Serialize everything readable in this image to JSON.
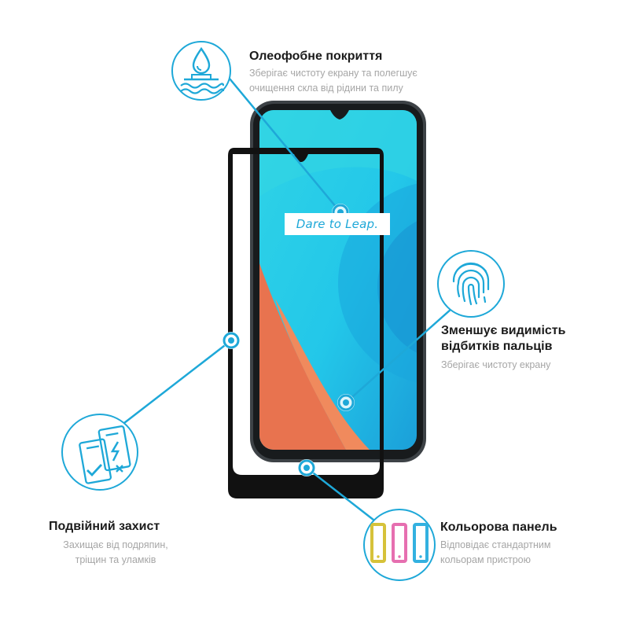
{
  "colors": {
    "accent": "#1ea8d8",
    "frame": "#111111",
    "phone_body": "#3d4246",
    "title_text": "#1b1b1b",
    "desc_text": "#a6a6a6"
  },
  "screen": {
    "slogan": "Dare to Leap."
  },
  "features": {
    "oleophobic": {
      "icon": "water-drop-icon",
      "title": "Олеофобне покриття",
      "desc_line1": "Зберігає чистоту екрану та полегшує",
      "desc_line2": "очищення скла від рідини та пилу"
    },
    "fingerprint": {
      "icon": "fingerprint-icon",
      "title_line1": "Зменшує видимість",
      "title_line2": "відбитків пальців",
      "desc": "Зберігає чистоту екрану"
    },
    "double": {
      "icon": "double-protection-icon",
      "title": "Подвійний захист",
      "desc_line1": "Захищає від подряпин,",
      "desc_line2": "тріщин та уламків"
    },
    "color": {
      "icon": "color-frames-icon",
      "title": "Кольорова панель",
      "desc_line1": "Відповідає стандартним",
      "desc_line2": "кольорам пристрою"
    }
  }
}
